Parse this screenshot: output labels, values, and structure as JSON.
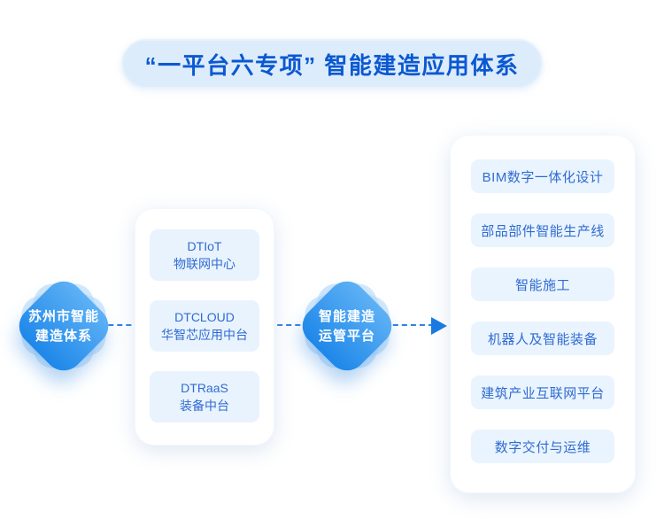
{
  "title": "“一平台六专项” 智能建造应用体系",
  "left_node": {
    "line1": "苏州市智能",
    "line2": "建造体系"
  },
  "platform_card": {
    "items": [
      {
        "line1": "DTIoT",
        "line2": "物联网中心"
      },
      {
        "line1": "DTCLOUD",
        "line2": "华智芯应用中台"
      },
      {
        "line1": "DTRaaS",
        "line2": "装备中台"
      }
    ]
  },
  "middle_node": {
    "line1": "智能建造",
    "line2": "运管平台"
  },
  "applications_card": {
    "items": [
      "BIM数字一体化设计",
      "部品部件智能生产线",
      "智能施工",
      "机器人及智能装备",
      "建筑产业互联网平台",
      "数字交付与运维"
    ]
  },
  "colors": {
    "title_text": "#0b58d2",
    "title_pill_bg": "#dcecfb",
    "node_gradient_top": "#5eb1f5",
    "node_gradient_bottom": "#1e87e9",
    "box_bg": "#e9f3fe",
    "box_text": "#2f6bd1",
    "connector": "#2e82e4",
    "arrow": "#1a7ae1"
  }
}
